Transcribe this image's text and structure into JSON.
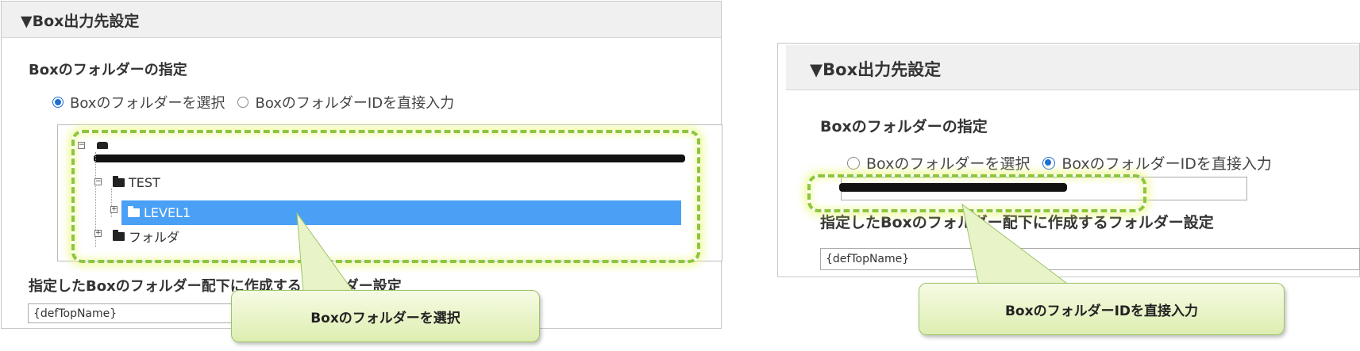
{
  "left_panel": {
    "header": "▼Box出力先設定",
    "folder_spec_label": "Boxのフォルダーの指定",
    "radio_select_label": "Boxのフォルダーを選択",
    "radio_direct_label": "BoxのフォルダーIDを直接入力",
    "selected_radio": "select",
    "tree": {
      "folder_test": "TEST",
      "folder_level1": "LEVEL1",
      "folder_other": "フォルダ"
    },
    "subfolder_setting_label": "指定したBoxのフォルダー配下に作成するフォルダー設定",
    "subfolder_input_value": "{defTopName}",
    "callout": "Boxのフォルダーを選択"
  },
  "right_panel": {
    "header": "▼Box出力先設定",
    "folder_spec_label": "Boxのフォルダーの指定",
    "radio_select_label": "Boxのフォルダーを選択",
    "radio_direct_label": "BoxのフォルダーIDを直接入力",
    "selected_radio": "direct",
    "subfolder_setting_label": "指定したBoxのフォルダー配下に作成するフォルダー設定",
    "subfolder_input_value": "{defTopName}",
    "callout": "BoxのフォルダーIDを直接入力"
  },
  "colors": {
    "accent": "#1e6fd0",
    "selection": "#4aa0f5",
    "highlight_dash": "#8cc63e",
    "callout_fill": "#e6f3c4"
  }
}
